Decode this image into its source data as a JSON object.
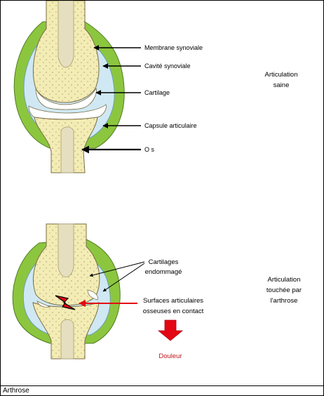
{
  "healthy": {
    "labels": {
      "synovial_membrane": "Membrane synoviale",
      "synovial_cavity": "Cavité synoviale",
      "cartilage": "Cartilage",
      "joint_capsule": "Capsule articulaire",
      "bone": "O s"
    },
    "title_lines": [
      "Articulation",
      "saine"
    ]
  },
  "arthritic": {
    "labels": {
      "damaged_cartilage_lines": [
        "Cartilages",
        "endommagé"
      ],
      "bone_contact_lines": [
        "Surfaces articulaires",
        "osseuses en contact"
      ],
      "pain": "Douleur"
    },
    "title_lines": [
      "Articulation",
      "touchée par",
      "l'arthrose"
    ]
  },
  "caption": "Arthrose",
  "colors": {
    "membrane_green": "#8cc63f",
    "cavity_blue": "#cfe8f3",
    "bone_cream": "#f3ecb4",
    "marrow": "#e6dfbf",
    "red_arrow": "#e30613",
    "pain_text": "#c0161d"
  }
}
